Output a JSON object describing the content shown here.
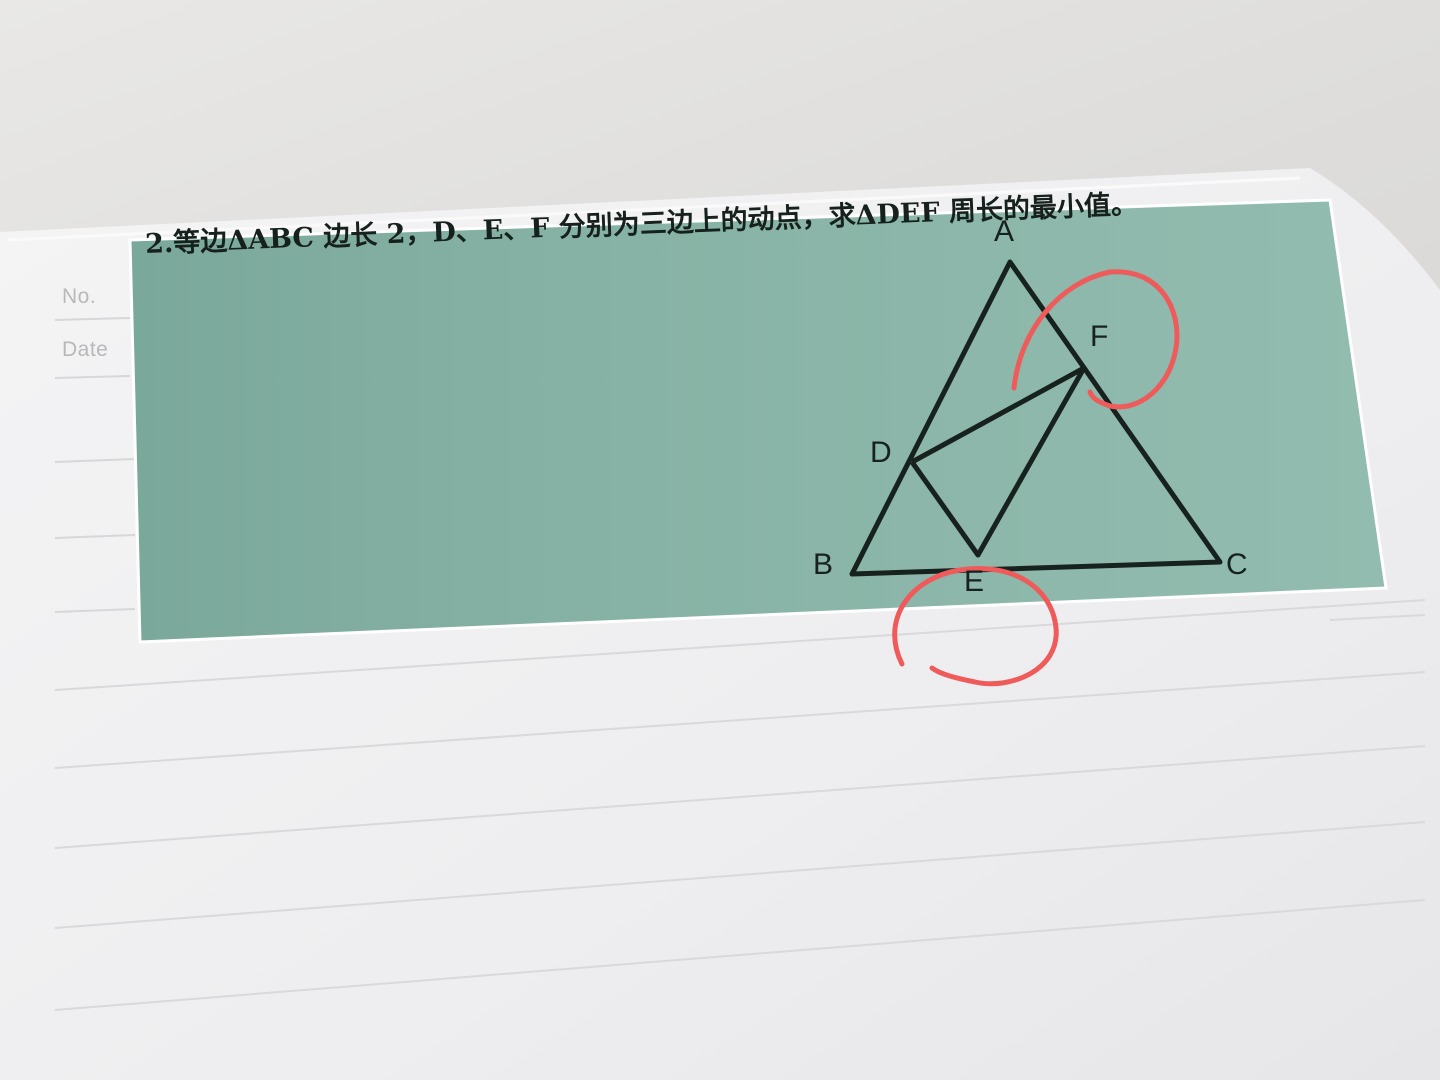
{
  "notebook": {
    "margin_labels": {
      "no": "No.",
      "date": "Date"
    }
  },
  "problem": {
    "title": "2.等边ΔABC 边长 2，D、E、F 分别为三边上的动点，求ΔDEF 周长的最小值。",
    "vertices": {
      "a": "A",
      "b": "B",
      "c": "C",
      "d": "D",
      "e": "E",
      "f": "F"
    }
  },
  "colors": {
    "card_fill": "#88b3a6",
    "ink": "#17211e",
    "pen_circle": "#ef5a5a",
    "page": "#f3f3f4",
    "rule_line": "#d9d9dc"
  }
}
